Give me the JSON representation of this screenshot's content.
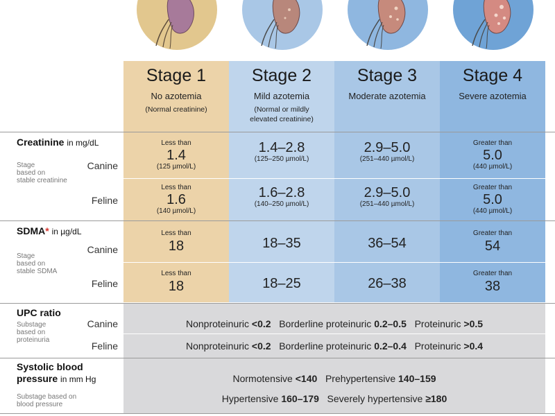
{
  "stages": [
    {
      "title": "Stage 1",
      "subtitle": "No azotemia",
      "note": "(Normal creatinine)"
    },
    {
      "title": "Stage 2",
      "subtitle": "Mild azotemia",
      "note": "(Normal or mildly elevated creatinine)"
    },
    {
      "title": "Stage 3",
      "subtitle": "Moderate azotemia",
      "note": ""
    },
    {
      "title": "Stage 4",
      "subtitle": "Severe azotemia",
      "note": ""
    }
  ],
  "creatinine": {
    "label": "Creatinine",
    "unit": "in mg/dL",
    "meta": "Stage\nbased on\nstable creatinine",
    "canine_label": "Canine",
    "feline_label": "Feline",
    "canine": [
      {
        "pre": "Less than",
        "value": "1.4",
        "sub": "(125 µmol/L)"
      },
      {
        "pre": "",
        "value": "1.4–2.8",
        "sub": "(125–250 µmol/L)"
      },
      {
        "pre": "",
        "value": "2.9–5.0",
        "sub": "(251–440 µmol/L)"
      },
      {
        "pre": "Greater than",
        "value": "5.0",
        "sub": "(440 µmol/L)"
      }
    ],
    "feline": [
      {
        "pre": "Less than",
        "value": "1.6",
        "sub": "(140 µmol/L)"
      },
      {
        "pre": "",
        "value": "1.6–2.8",
        "sub": "(140–250 µmol/L)"
      },
      {
        "pre": "",
        "value": "2.9–5.0",
        "sub": "(251–440 µmol/L)"
      },
      {
        "pre": "Greater than",
        "value": "5.0",
        "sub": "(440 µmol/L)"
      }
    ]
  },
  "sdma": {
    "label": "SDMA",
    "asterisk": "*",
    "unit": "in µg/dL",
    "meta": "Stage\nbased on\nstable SDMA",
    "canine_label": "Canine",
    "feline_label": "Feline",
    "canine": [
      {
        "pre": "Less than",
        "value": "18"
      },
      {
        "pre": "",
        "value": "18–35"
      },
      {
        "pre": "",
        "value": "36–54"
      },
      {
        "pre": "Greater than",
        "value": "54"
      }
    ],
    "feline": [
      {
        "pre": "Less than",
        "value": "18"
      },
      {
        "pre": "",
        "value": "18–25"
      },
      {
        "pre": "",
        "value": "26–38"
      },
      {
        "pre": "Greater than",
        "value": "38"
      }
    ]
  },
  "upc": {
    "label": "UPC ratio",
    "meta": "Substage\nbased on\nproteinuria",
    "canine_label": "Canine",
    "feline_label": "Feline",
    "canine": {
      "t1": "Nonproteinuric ",
      "v1": "<0.2",
      "t2": "Borderline proteinuric ",
      "v2": "0.2–0.5",
      "t3": "Proteinuric ",
      "v3": ">0.5"
    },
    "feline": {
      "t1": "Nonproteinuric ",
      "v1": "<0.2",
      "t2": "Borderline proteinuric ",
      "v2": "0.2–0.4",
      "t3": "Proteinuric ",
      "v3": ">0.4"
    }
  },
  "bp": {
    "label1": "Systolic blood",
    "label2": "pressure",
    "unit": "in mm Hg",
    "meta": "Substage based on\nblood pressure",
    "line1": {
      "t1": "Normotensive ",
      "v1": "<140",
      "t2": "Prehypertensive ",
      "v2": "140–159"
    },
    "line2": {
      "t1": "Hypertensive ",
      "v1": "160–179",
      "t2": "Severely hypertensive ",
      "v2": "≥180"
    }
  },
  "colors": {
    "stage1": "#ecd3a9",
    "stage2": "#bfd5ec",
    "stage3": "#a9c7e6",
    "stage4": "#8fb7e0",
    "grey": "#d9d9db",
    "asterisk": "#d6342e"
  }
}
